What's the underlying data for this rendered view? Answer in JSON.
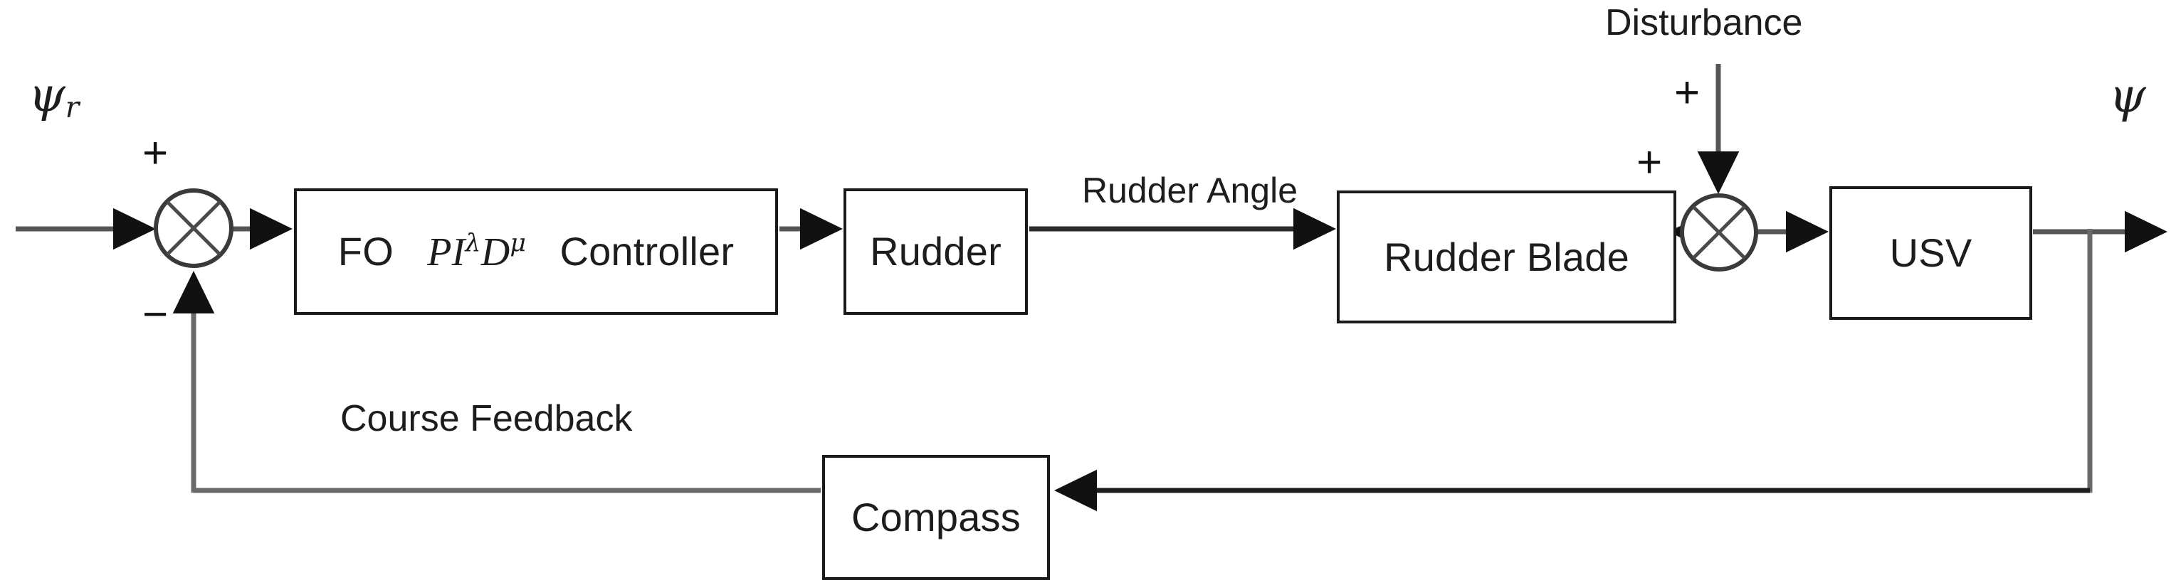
{
  "diagram": {
    "title": "USV course-keeping control block diagram",
    "colors": {
      "stroke": "#1a1a1a",
      "wire": "#565656",
      "wire_dark": "#1d1d1d",
      "background": "#ffffff",
      "text": "#1d1d1d"
    },
    "blocks": [
      {
        "id": "controller",
        "label_prefix": "FO",
        "label_math_base1": "PI",
        "label_math_exp1": "λ",
        "label_math_base2": "D",
        "label_math_exp2": "μ",
        "label_suffix": "Controller",
        "full_label": "FO PI^λ D^μ Controller"
      },
      {
        "id": "rudder",
        "label": "Rudder"
      },
      {
        "id": "rudder_blade",
        "label": "Rudder Blade"
      },
      {
        "id": "usv",
        "label": "USV"
      },
      {
        "id": "compass",
        "label": "Compass"
      }
    ],
    "signals": {
      "reference_base": "ψ",
      "reference_sub": "r",
      "reference_full": "ψr",
      "output": "ψ",
      "rudder_angle": "Rudder Angle",
      "course_feedback": "Course Feedback",
      "disturbance": "Disturbance"
    },
    "summing_junctions": [
      {
        "id": "error-sum",
        "sign_top": "+",
        "sign_bottom": "−"
      },
      {
        "id": "disturbance-sum",
        "sign_left": "+",
        "sign_top": "+"
      }
    ]
  }
}
